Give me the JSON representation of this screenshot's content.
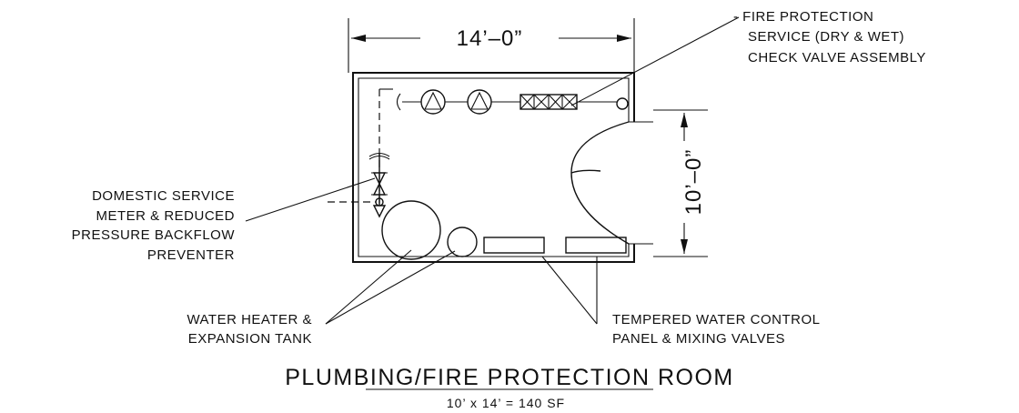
{
  "drawing": {
    "dimension_width": "14’–0”",
    "dimension_height": "10’–0”",
    "labels": {
      "fire_protection": [
        "- FIRE PROTECTION",
        "SERVICE (DRY & WET)",
        "CHECK VALVE ASSEMBLY"
      ],
      "domestic_service": [
        "DOMESTIC SERVICE",
        "METER & REDUCED",
        "PRESSURE BACKFLOW",
        "PREVENTER"
      ],
      "water_heater": [
        "WATER HEATER &",
        "EXPANSION TANK"
      ],
      "tempered_water": [
        "TEMPERED WATER CONTROL",
        "PANEL & MIXING VALVES"
      ]
    },
    "title": "PLUMBING/FIRE PROTECTION ROOM",
    "subtitle": "10’ x 14’ = 140 SF"
  }
}
